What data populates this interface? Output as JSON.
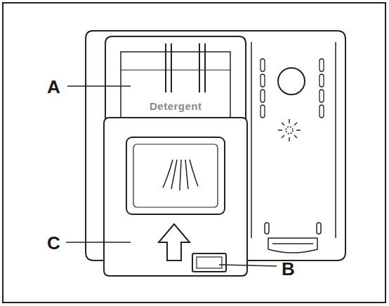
{
  "diagram": {
    "labels": [
      "A",
      "Detergent",
      "C",
      "B"
    ]
  }
}
